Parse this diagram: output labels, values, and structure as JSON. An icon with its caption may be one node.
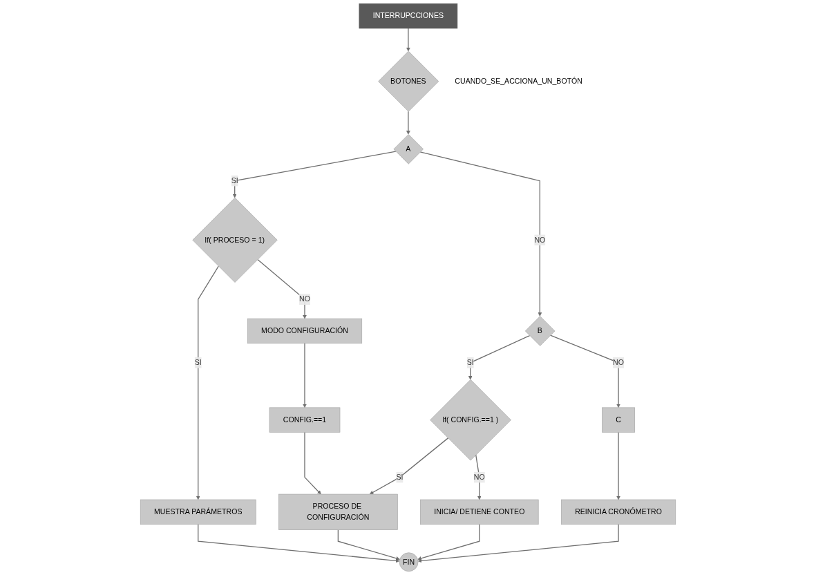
{
  "diagram": {
    "nodes": [
      {
        "text": [
          "INTERRUPCCIONES"
        ]
      },
      {
        "text": [
          "BOTONES"
        ],
        "beside": [
          "CUANDO_SE_ACCIONA_UN_BOTÓN"
        ]
      },
      {
        "text": [
          "A"
        ]
      },
      {
        "text": [
          "B"
        ]
      },
      {
        "text": [
          "C"
        ]
      },
      {
        "text": [
          "If( PROCESO = 1)"
        ]
      },
      {
        "text": [
          "MUESTRA PARÁMETROS"
        ]
      },
      {
        "text": [
          "MODO CONFIGURACIÓN"
        ]
      },
      {
        "text": [
          "CONFIG.==1"
        ]
      },
      {
        "text": [
          "PROCESO DE CONFIGURACIÓN"
        ]
      },
      {
        "text": [
          "If( CONFIG.==1 )"
        ]
      },
      {
        "text": [
          "INICIA/ DETIENE CONTEO"
        ]
      },
      {
        "text": [
          "REINICIA CRONÓMETRO"
        ]
      },
      {
        "text": [
          "FIN"
        ]
      }
    ],
    "edges": [
      {
        "from": 0,
        "to": 1,
        "arrow": "to"
      },
      {
        "from": 1,
        "to": 2,
        "arrow": "to"
      },
      {
        "from": 2,
        "to": 3,
        "arrow": "to",
        "label": "NO"
      },
      {
        "from": 3,
        "to": 4,
        "arrow": "to",
        "label": "NO"
      },
      {
        "from": 2,
        "to": 5,
        "arrow": "to",
        "label": "SI"
      },
      {
        "from": 3,
        "to": 10,
        "arrow": "to",
        "label": "SI"
      },
      {
        "from": 4,
        "to": 12,
        "arrow": "to"
      },
      {
        "from": 5,
        "to": 6,
        "arrow": "to",
        "label": "SI"
      },
      {
        "from": 5,
        "to": 7,
        "arrow": "to",
        "label": "NO"
      },
      {
        "from": 7,
        "to": 8,
        "arrow": "to"
      },
      {
        "from": 8,
        "to": 9,
        "arrow": "to"
      },
      {
        "from": 10,
        "to": 9,
        "arrow": "to",
        "label": "SI"
      },
      {
        "from": 10,
        "to": 11,
        "arrow": "to",
        "label": "NO"
      },
      {
        "from": 6,
        "to": 13,
        "arrow": "to"
      },
      {
        "from": 9,
        "to": 13,
        "arrow": "to"
      },
      {
        "from": 11,
        "to": 13,
        "arrow": "to"
      },
      {
        "from": 12,
        "to": 13,
        "arrow": "to"
      }
    ]
  }
}
